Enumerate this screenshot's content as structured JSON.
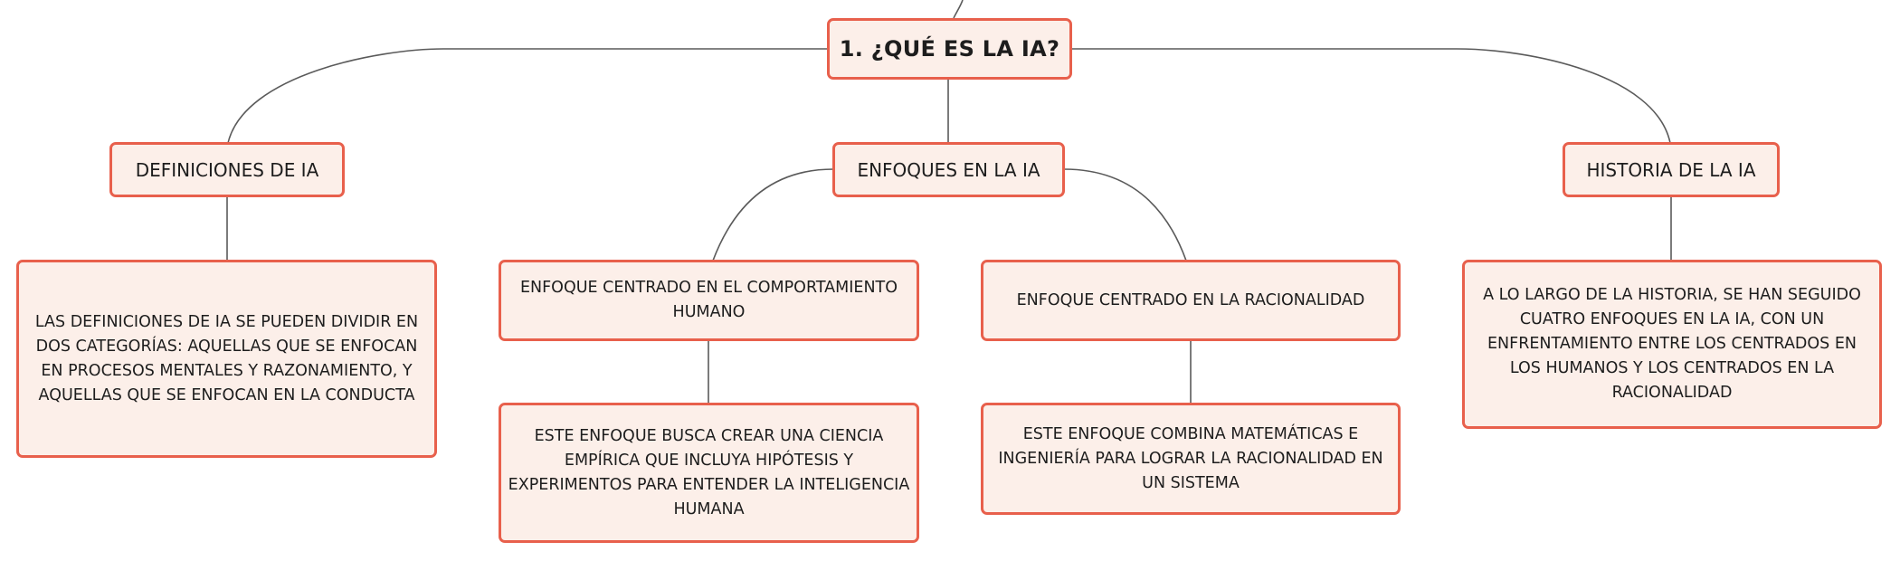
{
  "diagram": {
    "root": {
      "label": "1. ¿QUÉ ES LA IA?"
    },
    "branches": [
      {
        "topic": "DEFINICIONES DE IA",
        "detail": "LAS DEFINICIONES DE IA SE PUEDEN DIVIDIR EN DOS CATEGORÍAS: AQUELLAS QUE SE ENFOCAN EN PROCESOS MENTALES Y RAZONAMIENTO, Y AQUELLAS QUE SE ENFOCAN EN LA CONDUCTA"
      },
      {
        "topic": "ENFOQUES EN LA IA",
        "approaches": [
          {
            "title": "ENFOQUE CENTRADO EN EL COMPORTAMIENTO HUMANO",
            "detail": "ESTE ENFOQUE BUSCA CREAR UNA CIENCIA EMPÍRICA QUE INCLUYA HIPÓTESIS Y EXPERIMENTOS PARA ENTENDER LA INTELIGENCIA HUMANA"
          },
          {
            "title": "ENFOQUE CENTRADO EN LA RACIONALIDAD",
            "detail": "ESTE ENFOQUE COMBINA MATEMÁTICAS E INGENIERÍA PARA LOGRAR LA RACIONALIDAD EN UN SISTEMA"
          }
        ]
      },
      {
        "topic": "HISTORIA DE LA IA",
        "detail": "A LO LARGO DE LA HISTORIA, SE HAN SEGUIDO CUATRO ENFOQUES EN LA IA, CON UN ENFRENTAMIENTO ENTRE LOS CENTRADOS EN LOS HUMANOS Y LOS CENTRADOS EN LA RACIONALIDAD"
      }
    ]
  },
  "colors": {
    "node_fill": "#fcefe9",
    "node_border": "#e8604c",
    "connector": "#5a5a5a",
    "text": "#1d1d1d"
  }
}
